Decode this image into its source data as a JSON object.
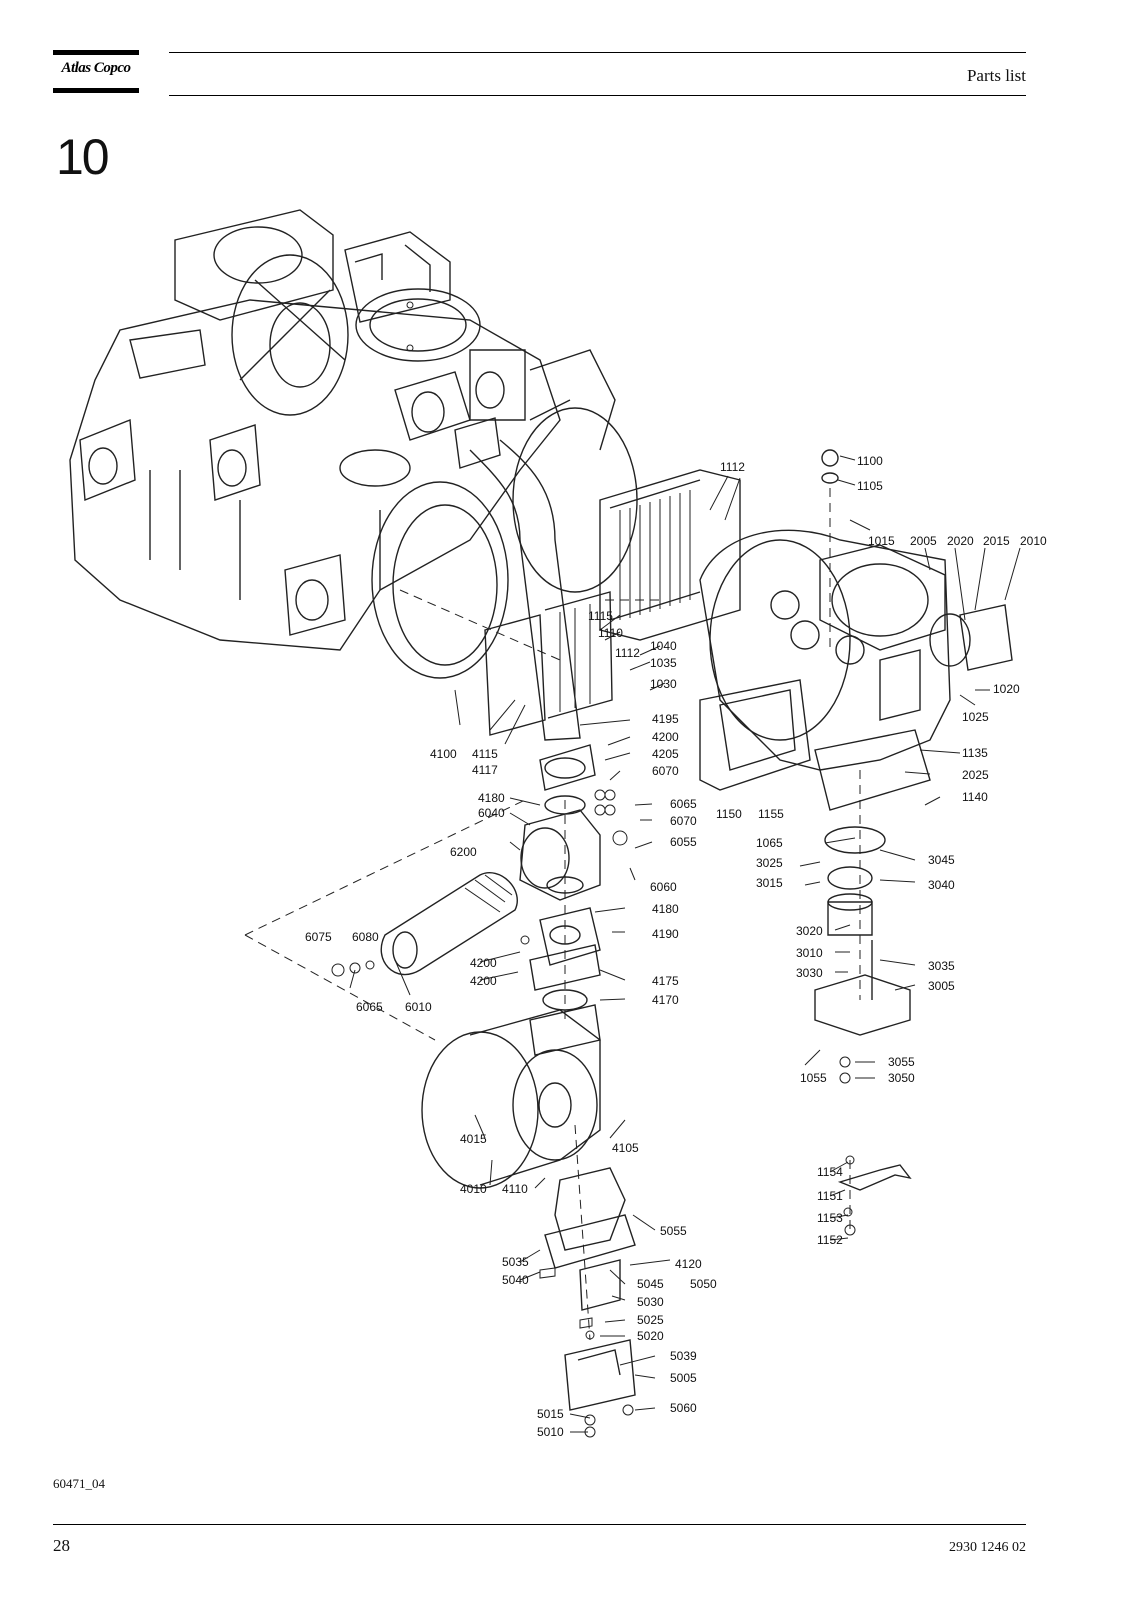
{
  "header": {
    "brand": "Atlas Copco",
    "section_title": "Parts list"
  },
  "section_number": "10",
  "callouts": [
    {
      "id": "c1100",
      "text": "1100"
    },
    {
      "id": "c1105",
      "text": "1105"
    },
    {
      "id": "c1112a",
      "text": "1112"
    },
    {
      "id": "c1015",
      "text": "1015"
    },
    {
      "id": "c2005",
      "text": "2005"
    },
    {
      "id": "c2020",
      "text": "2020"
    },
    {
      "id": "c2015",
      "text": "2015"
    },
    {
      "id": "c2010",
      "text": "2010"
    },
    {
      "id": "c1115",
      "text": "1115"
    },
    {
      "id": "c1110",
      "text": "1110"
    },
    {
      "id": "c1040",
      "text": "1040"
    },
    {
      "id": "c1112b",
      "text": "1112"
    },
    {
      "id": "c1035",
      "text": "1035"
    },
    {
      "id": "c1030",
      "text": "1030"
    },
    {
      "id": "c1020",
      "text": "1020"
    },
    {
      "id": "c4195",
      "text": "4195"
    },
    {
      "id": "c1025",
      "text": "1025"
    },
    {
      "id": "c4200a",
      "text": "4200"
    },
    {
      "id": "c4100",
      "text": "4100"
    },
    {
      "id": "c4115",
      "text": "4115"
    },
    {
      "id": "c4205",
      "text": "4205"
    },
    {
      "id": "c1135",
      "text": "1135"
    },
    {
      "id": "c4117",
      "text": "4117"
    },
    {
      "id": "c6070a",
      "text": "6070"
    },
    {
      "id": "c2025",
      "text": "2025"
    },
    {
      "id": "c4180a",
      "text": "4180"
    },
    {
      "id": "c1140",
      "text": "1140"
    },
    {
      "id": "c6065a",
      "text": "6065"
    },
    {
      "id": "c1150",
      "text": "1150"
    },
    {
      "id": "c1155",
      "text": "1155"
    },
    {
      "id": "c6040",
      "text": "6040"
    },
    {
      "id": "c6070b",
      "text": "6070"
    },
    {
      "id": "c1065",
      "text": "1065"
    },
    {
      "id": "c6200",
      "text": "6200"
    },
    {
      "id": "c6055",
      "text": "6055"
    },
    {
      "id": "c3045",
      "text": "3045"
    },
    {
      "id": "c3025",
      "text": "3025"
    },
    {
      "id": "c3015",
      "text": "3015"
    },
    {
      "id": "c6060",
      "text": "6060"
    },
    {
      "id": "c3040",
      "text": "3040"
    },
    {
      "id": "c4180b",
      "text": "4180"
    },
    {
      "id": "c6075",
      "text": "6075"
    },
    {
      "id": "c6080",
      "text": "6080"
    },
    {
      "id": "c4190",
      "text": "4190"
    },
    {
      "id": "c3020",
      "text": "3020"
    },
    {
      "id": "c4200b",
      "text": "4200"
    },
    {
      "id": "c3010",
      "text": "3010"
    },
    {
      "id": "c3035",
      "text": "3035"
    },
    {
      "id": "c3030",
      "text": "3030"
    },
    {
      "id": "c4200c",
      "text": "4200"
    },
    {
      "id": "c4175",
      "text": "4175"
    },
    {
      "id": "c3005",
      "text": "3005"
    },
    {
      "id": "c6065b",
      "text": "6065"
    },
    {
      "id": "c6010",
      "text": "6010"
    },
    {
      "id": "c4170",
      "text": "4170"
    },
    {
      "id": "c3055",
      "text": "3055"
    },
    {
      "id": "c1055",
      "text": "1055"
    },
    {
      "id": "c3050",
      "text": "3050"
    },
    {
      "id": "c4015",
      "text": "4015"
    },
    {
      "id": "c4105",
      "text": "4105"
    },
    {
      "id": "c1154",
      "text": "1154"
    },
    {
      "id": "c1151",
      "text": "1151"
    },
    {
      "id": "c4010",
      "text": "4010"
    },
    {
      "id": "c4110",
      "text": "4110"
    },
    {
      "id": "c5055",
      "text": "5055"
    },
    {
      "id": "c1153",
      "text": "1153"
    },
    {
      "id": "c1152",
      "text": "1152"
    },
    {
      "id": "c5035",
      "text": "5035"
    },
    {
      "id": "c4120",
      "text": "4120"
    },
    {
      "id": "c5040",
      "text": "5040"
    },
    {
      "id": "c5045",
      "text": "5045"
    },
    {
      "id": "c5050",
      "text": "5050"
    },
    {
      "id": "c5030",
      "text": "5030"
    },
    {
      "id": "c5025",
      "text": "5025"
    },
    {
      "id": "c5020",
      "text": "5020"
    },
    {
      "id": "c5039",
      "text": "5039"
    },
    {
      "id": "c5005",
      "text": "5005"
    },
    {
      "id": "c5015",
      "text": "5015"
    },
    {
      "id": "c5060",
      "text": "5060"
    },
    {
      "id": "c5010",
      "text": "5010"
    }
  ],
  "footer": {
    "drawing_code": "60471_04",
    "page_number": "28",
    "document_number": "2930 1246 02"
  }
}
